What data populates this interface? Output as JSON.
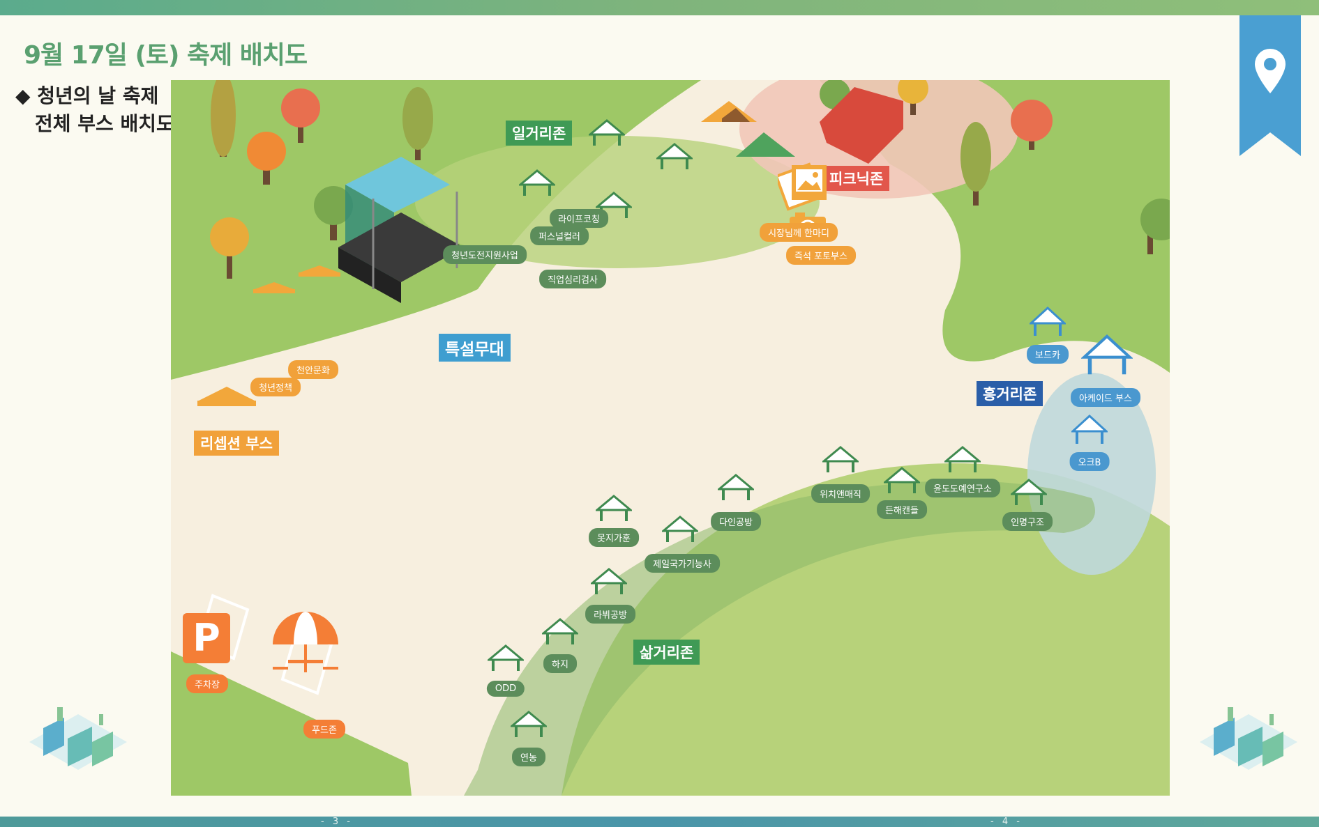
{
  "page": {
    "title": "9월 17일 (토) 축제 배치도",
    "subtitle_line1": "◆ 청년의 날 축제",
    "subtitle_line2": "전체 부스 배치도",
    "page_left": "- 3 -",
    "page_right": "- 4 -"
  },
  "colors": {
    "green_zone": "#3f9a55",
    "blue_zone": "#2a5ea8",
    "orange": "#f1a13a",
    "red_zone": "#e2574b",
    "stage": "#3f9ed0"
  },
  "zones": {
    "ilgeori": "일거리존",
    "picnic": "피크닉존",
    "stage": "특설무대",
    "heung": "흥거리존",
    "salm": "삶거리존",
    "reception": "리셉션 부스"
  },
  "booths": {
    "life_coaching": "라이프코칭",
    "personal_color": "퍼스널컬러",
    "youth_support": "청년도전지원사업",
    "job_test": "직업심리검사",
    "mayor_message": "시장님께 한마디",
    "photo_booth": "즉석 포토부스",
    "board_cafe": "보드카",
    "arcade": "아케이드 부스",
    "okb": "오크B",
    "cheonan_culture": "천안문화",
    "youth_policy": "청년정책",
    "wichi_magic": "위치앤매직",
    "yundo": "윤도도예연구소",
    "dunhae_candle": "든해캔들",
    "inmyeong": "인명구조",
    "dain": "다인공방",
    "motji": "못지가훈",
    "jeil": "제일국가기능사",
    "rabwi": "라뷔공방",
    "haji": "하지",
    "odd": "ODD",
    "yeonnong": "연농",
    "parking": "주차장",
    "foodzone": "푸드존"
  },
  "icons": [
    "location-pin-icon",
    "parking-icon",
    "parasol-icon",
    "camera-icon",
    "photo-icon",
    "tent-icon",
    "stage-icon",
    "tree-icon"
  ]
}
